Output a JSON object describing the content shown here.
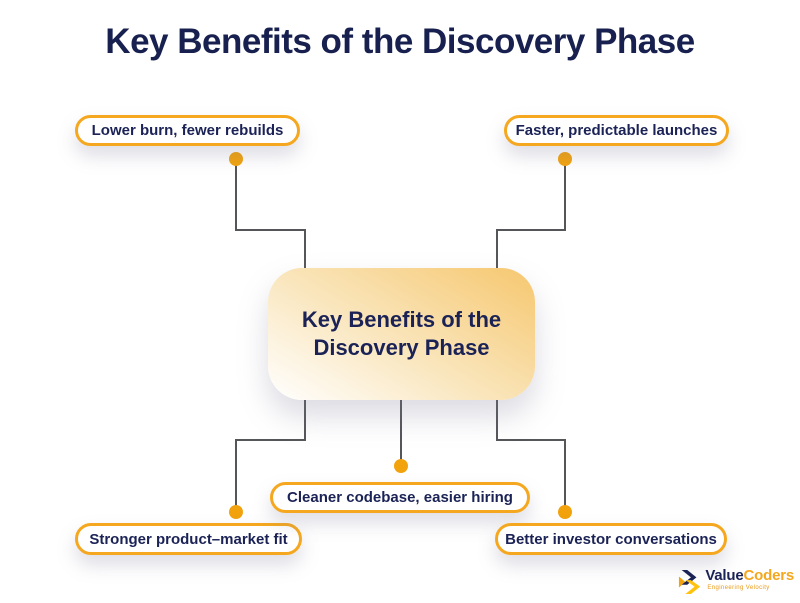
{
  "title": "Key Benefits of the Discovery Phase",
  "center_box": {
    "line1": "Key Benefits of the",
    "line2": "Discovery Phase"
  },
  "benefits": [
    {
      "id": "top-left",
      "label": "Lower burn, fewer rebuilds"
    },
    {
      "id": "top-right",
      "label": "Faster, predictable launches"
    },
    {
      "id": "bottom-left",
      "label": "Stronger product–market fit"
    },
    {
      "id": "bottom-middle",
      "label": "Cleaner codebase, easier hiring"
    },
    {
      "id": "bottom-right",
      "label": "Better investor conversations"
    }
  ],
  "logo": {
    "value": "Value",
    "coders": "Coders",
    "tagline": "Engineering Velocity"
  },
  "colors": {
    "navy_text": "#1B2356",
    "title_navy": "#17204E",
    "pill_border_orange": "#F5A81F",
    "dot_orange": "#F2A20D",
    "connector_gray": "#55565A",
    "box_gradient_top": "#F6C76F",
    "box_gradient_bottom": "#FFFFFF",
    "background": "#FFFFFF"
  }
}
